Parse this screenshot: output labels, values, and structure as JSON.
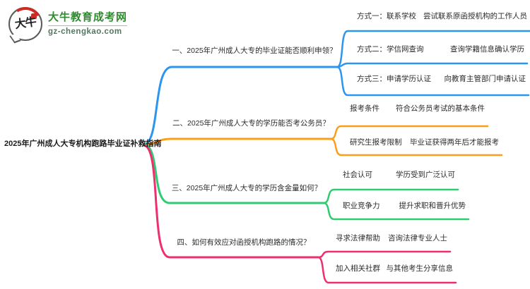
{
  "site": {
    "logo_bubble_text": "大牛",
    "name": "大牛教育成考网",
    "domain": "gz-chengkao.com",
    "brand_green": "#2e8b2f",
    "brand_red": "#cf2a23"
  },
  "mindmap": {
    "root": "2025年广州成人大专机构跑路毕业证补救指南",
    "branches": [
      {
        "title": "一、2025年广州成人大专的毕业证能否顺利申领？",
        "color": "#2b95f0",
        "children": [
          {
            "label": "方式一：联系学校",
            "detail": "尝试联系原函授机构的工作人员"
          },
          {
            "label": "方式二：学信网查询",
            "detail": "查询学籍信息确认学历"
          },
          {
            "label": "方式三：申请学历认证",
            "detail": "向教育主管部门申请认证"
          }
        ]
      },
      {
        "title": "二、2025年广州成人大专的学历能否考公务员？",
        "color": "#f8a01e",
        "children": [
          {
            "label": "报考条件",
            "detail": "符合公务员考试的基本条件"
          },
          {
            "label": "研究生报考限制",
            "detail": "毕业证获得两年后才能报考"
          }
        ]
      },
      {
        "title": "三、2025年广州成人大专的学历含金量如何？",
        "color": "#2fcb71",
        "children": [
          {
            "label": "社会认可",
            "detail": "学历受到广泛认可"
          },
          {
            "label": "职业竞争力",
            "detail": "提升求职和晋升优势"
          }
        ]
      },
      {
        "title": "四、如何有效应对函授机构跑路的情况？",
        "color": "#ee2e6e",
        "children": [
          {
            "label": "寻求法律帮助",
            "detail": "咨询法律专业人士"
          },
          {
            "label": "加入相关社群",
            "detail": "与其他考生分享信息"
          }
        ]
      }
    ]
  }
}
